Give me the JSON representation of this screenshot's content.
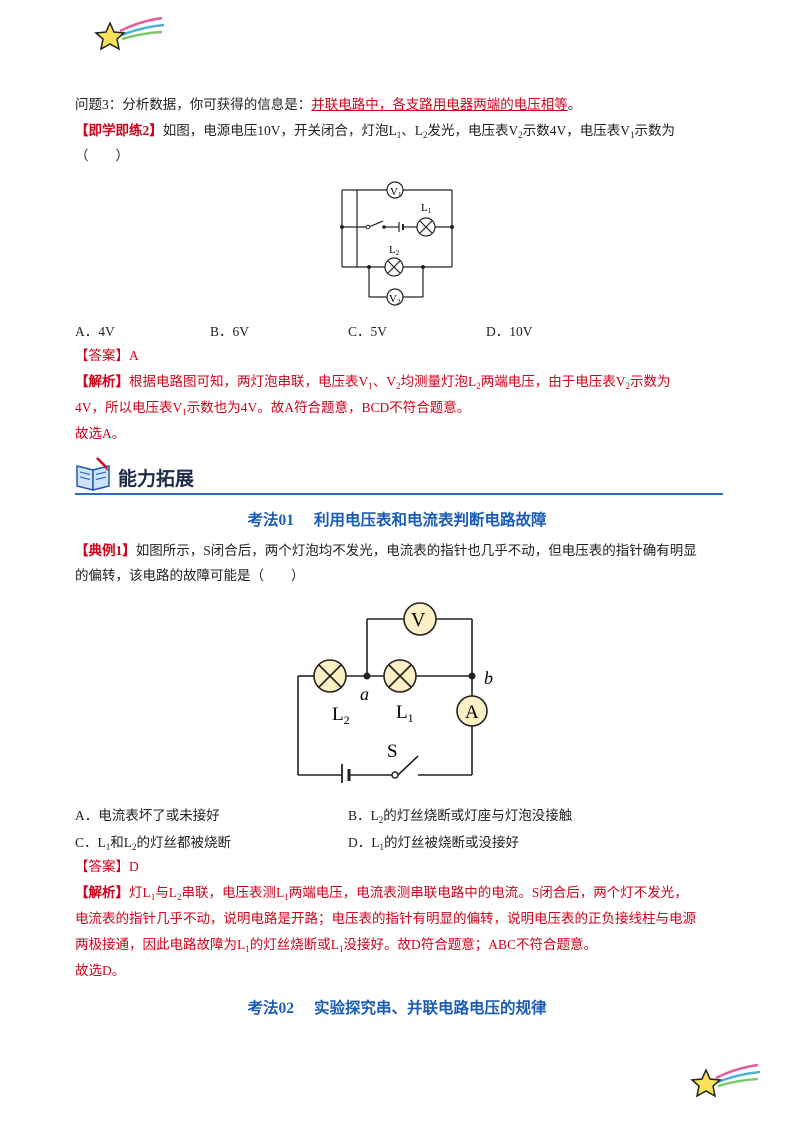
{
  "q3": {
    "prefix": "问题3：分析数据，你可获得的信息是：",
    "answer": "并联电路中，各支路用电器两端的电压相等",
    "suffix": "。"
  },
  "practice2": {
    "tag": "【即学即练2】",
    "text1": "如图，电源电压10V，开关闭合，灯泡L",
    "s1": "1",
    "text2": "、L",
    "s2": "2",
    "text3": "发光，电压表V",
    "s3": "2",
    "text4": "示数4V，电压表V",
    "s4": "1",
    "text5": "示数为",
    "paren": "（　　）",
    "options": {
      "a": "A．4V",
      "b": "B．6V",
      "c": "C．5V",
      "d": "D．10V"
    },
    "answer_line": "【答案】A",
    "analysis_tag": "【解析】",
    "analysis1a": "根据电路图可知，两灯泡串联，电压表V",
    "as1": "1",
    "analysis1b": "、V",
    "as2": "2",
    "analysis1c": "均测量灯泡L",
    "as3": "2",
    "analysis1d": "两端电压，由于电压表V",
    "as4": "2",
    "analysis1e": "示数为",
    "analysis2a": "4V，所以电压表V",
    "as5": "1",
    "analysis2b": "示数也为4V。故A符合题意，BCD不符合题意。",
    "conclusion": "故选A。",
    "diagram": {
      "v1": "V",
      "v1s": "1",
      "v2": "V",
      "v2s": "2",
      "l1": "L",
      "l1s": "1",
      "l2": "L",
      "l2s": "2"
    }
  },
  "section": {
    "title": "能力拓展"
  },
  "kaofa1": {
    "label": "考法01",
    "title": "利用电压表和电流表判断电路故障"
  },
  "example1": {
    "tag": "【典例1】",
    "text1": "如图所示，S闭合后，两个灯泡均不发光，电流表的指针也几乎不动，但电压表的指针确有明显",
    "text2": "的偏转，该电路的故障可能是（　　）",
    "diagram": {
      "v": "V",
      "a": "A",
      "s": "S",
      "pa": "a",
      "pb": "b",
      "l1": "L",
      "l1s": "1",
      "l2": "L",
      "l2s": "2"
    },
    "optA": "A．电流表坏了或未接好",
    "optB1": "B．L",
    "optBs": "2",
    "optB2": "的灯丝烧断或灯座与灯泡没接触",
    "optC1": "C．L",
    "optCs1": "1",
    "optC2": "和L",
    "optCs2": "2",
    "optC3": "的灯丝都被烧断",
    "optD1": "D．L",
    "optDs": "1",
    "optD2": "的灯丝被烧断或没接好",
    "answer_line": "【答案】D",
    "analysis_tag": "【解析】",
    "an1a": "灯L",
    "an1s1": "1",
    "an1b": "与L",
    "an1s2": "2",
    "an1c": "串联，电压表测L",
    "an1s3": "1",
    "an1d": "两端电压，电流表测串联电路中的电流。S闭合后，两个灯不发光，",
    "an2": "电流表的指针几乎不动，说明电路是开路；电压表的指针有明显的偏转，说明电压表的正负接线柱与电源",
    "an3a": "两极接通，因此电路故障为L",
    "an3s1": "1",
    "an3b": "的灯丝烧断或L",
    "an3s2": "1",
    "an3c": "没接好。故D符合题意；ABC不符合题意。",
    "conclusion": "故选D。"
  },
  "kaofa2": {
    "label": "考法02",
    "title": "实验探究串、并联电路电压的规律"
  }
}
